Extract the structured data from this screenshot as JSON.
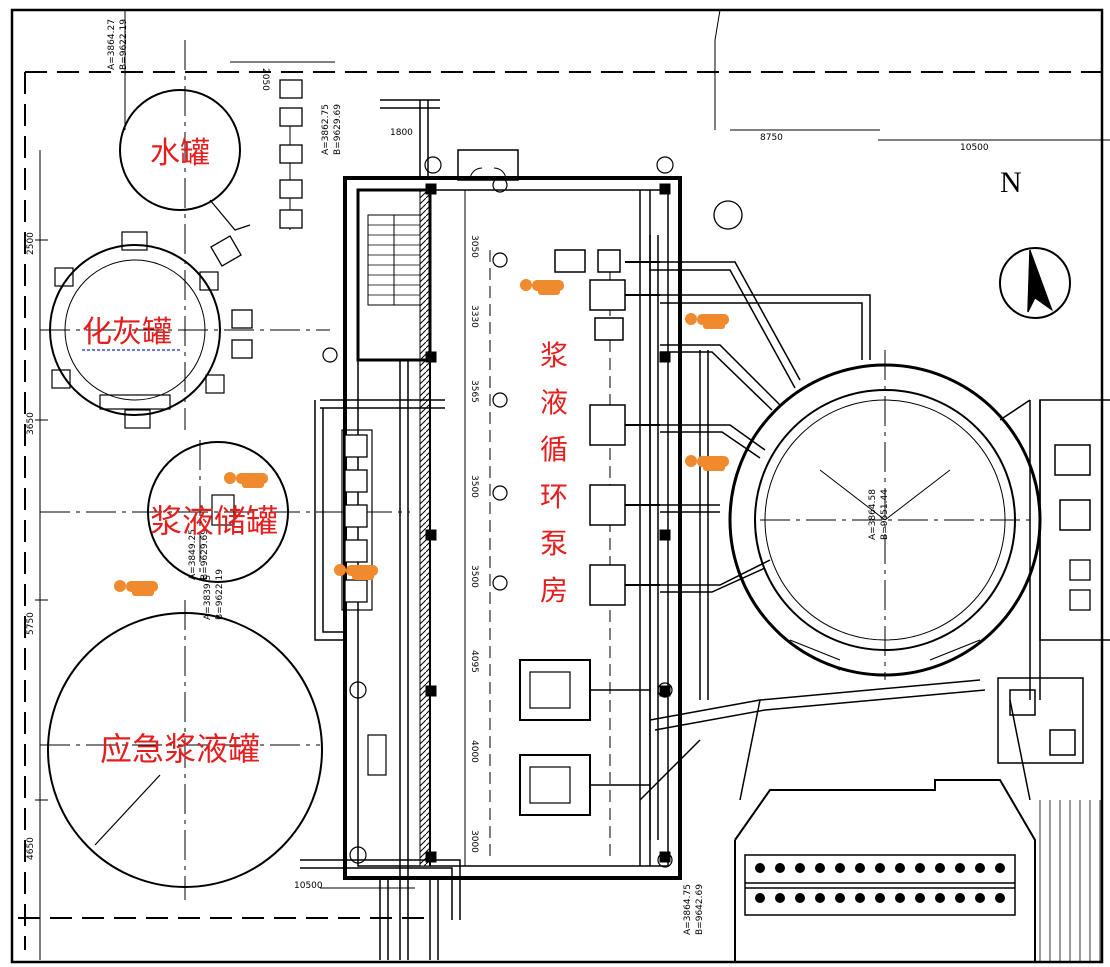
{
  "labels": {
    "water_tank": "水罐",
    "lime_tank": "化灰罐",
    "slurry_storage_tank": "浆液储罐",
    "emergency_tank": "应急浆液罐",
    "pump_room": [
      "浆",
      "液",
      "循",
      "环",
      "泵",
      "房"
    ],
    "north": "N"
  },
  "colors": {
    "label_red": "#e41e1e",
    "person_orange": "#ef8a2e",
    "line": "#111111"
  },
  "icons": {
    "compass": "north-arrow-icon",
    "person": "person-marker-icon"
  }
}
